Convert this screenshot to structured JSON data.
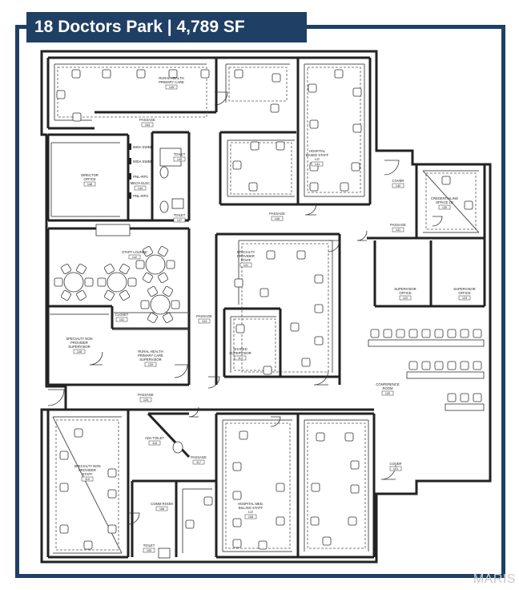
{
  "header": {
    "title": "18 Doctors Park | 4,789 SF"
  },
  "colors": {
    "banner": "#1f3f64",
    "wall": "#222222",
    "line": "#555555"
  },
  "watermark": "MARIS",
  "rooms": [
    {
      "id": "rural-health-primary-care",
      "name": "RURAL HEALTH PRIMARY CARE",
      "num": "149"
    },
    {
      "id": "passage-a",
      "name": "PASSAGE",
      "num": "154"
    },
    {
      "id": "hospital-based-staff",
      "name": "HOSPITAL BASED STAFF LO",
      "num": "131"
    },
    {
      "id": "director-office",
      "name": "DIRECTOR OFFICE",
      "num": "148"
    },
    {
      "id": "mech-elec",
      "name": "MECH ELEC",
      "num": "144"
    },
    {
      "id": "toilet-a",
      "name": "TOILET",
      "num": "145"
    },
    {
      "id": "toilet-b",
      "name": "TOILET",
      "num": "147"
    },
    {
      "id": "passage-b",
      "name": "PASSAGE",
      "num": "146"
    },
    {
      "id": "cover-a",
      "name": "COVER",
      "num": "140"
    },
    {
      "id": "credentialing-office",
      "name": "CREDENTIALING OFFICE LO",
      "num": "130"
    },
    {
      "id": "passage-c",
      "name": "PASSAGE",
      "num": "131"
    },
    {
      "id": "staff-lounge",
      "name": "STAFF LOUNGE",
      "num": "142"
    },
    {
      "id": "specialty-provider-staff",
      "name": "SPECIALTY PROVIDER STAFF",
      "num": "131"
    },
    {
      "id": "supervisor-office-a",
      "name": "SUPERVISOR OFFICE",
      "num": "122"
    },
    {
      "id": "supervisor-office-b",
      "name": "SUPERVISOR OFFICE",
      "num": "123"
    },
    {
      "id": "closet",
      "name": "CLOSET",
      "num": "141"
    },
    {
      "id": "passage-d",
      "name": "PASSAGE",
      "num": "124"
    },
    {
      "id": "shared-supervisor",
      "name": "SHARED SUPERVISOR",
      "num": "114"
    },
    {
      "id": "specialty-non-provider-supervisor",
      "name": "SPECIALTY NON PROVIDER SUPERVISOR",
      "num": "128"
    },
    {
      "id": "rural-health-primary-care-supervisor",
      "name": "RURAL HEALTH PRIMARY CARE SUPERVISOR",
      "num": "129"
    },
    {
      "id": "passage-e",
      "name": "PASSAGE",
      "num": "125"
    },
    {
      "id": "conference-room",
      "name": "CONFERENCE ROOM",
      "num": "120"
    },
    {
      "id": "ada-toilet",
      "name": "ADA TOILET",
      "num": "118"
    },
    {
      "id": "passage-f",
      "name": "PASSAGE",
      "num": "117"
    },
    {
      "id": "cover-b",
      "name": "COVER",
      "num": "101"
    },
    {
      "id": "specialty-non-provider-staff",
      "name": "SPECIALTY NON PROVIDER STAFF",
      "num": "119"
    },
    {
      "id": "comm-room",
      "name": "COMM ROOM",
      "num": "106"
    },
    {
      "id": "hospital-med-billing-staff",
      "name": "HOSPITAL MED. BILLING STAFF LO",
      "num": "108"
    },
    {
      "id": "toilet-c",
      "name": "TOILET",
      "num": "105"
    }
  ],
  "panel_labels": [
    "600A SWBD",
    "600A SWBD",
    "PNL-RP1",
    "PNL-RP2"
  ]
}
